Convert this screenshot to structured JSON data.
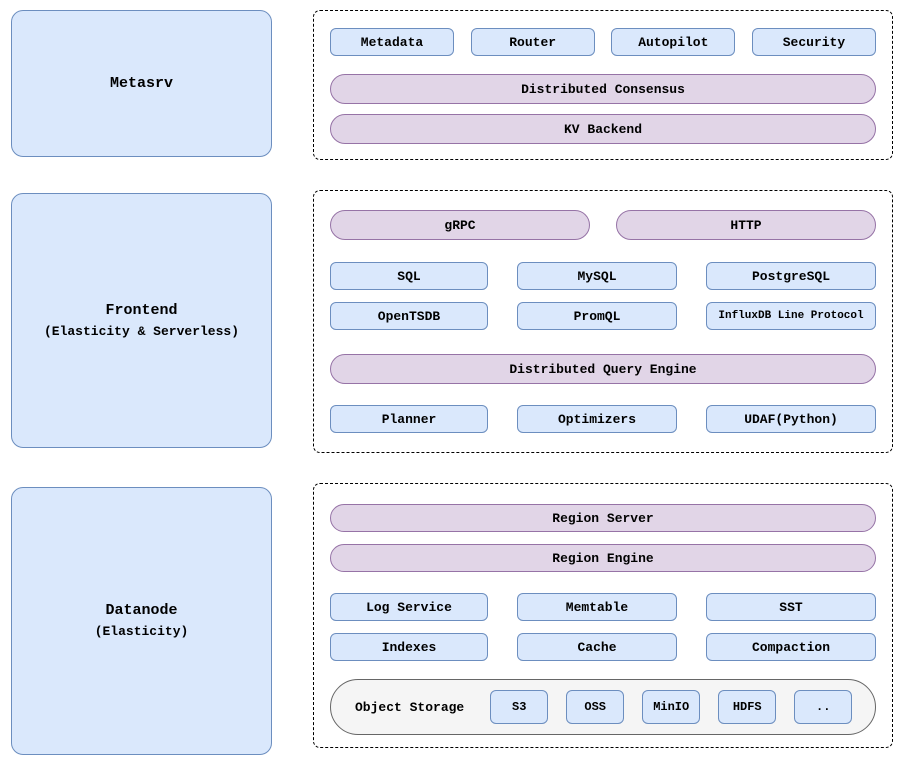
{
  "colors": {
    "blue_fill": "#dae8fc",
    "blue_border": "#6c8ebf",
    "purple_fill": "#e1d5e7",
    "purple_border": "#9673a6",
    "gray_fill": "#f5f5f5",
    "gray_border": "#666666",
    "dashed_border": "#000000",
    "text": "#000000"
  },
  "metasrv": {
    "label": "Metasrv",
    "modules": [
      "Metadata",
      "Router",
      "Autopilot",
      "Security"
    ],
    "consensus": "Distributed Consensus",
    "kv": "KV Backend"
  },
  "frontend": {
    "label": "Frontend",
    "sublabel": "(Elasticity & Serverless)",
    "grpc": "gRPC",
    "http": "HTTP",
    "protocols_row1": [
      "SQL",
      "MySQL",
      "PostgreSQL"
    ],
    "protocols_row2": [
      "OpenTSDB",
      "PromQL",
      "InfluxDB Line Protocol"
    ],
    "query_engine": "Distributed Query Engine",
    "engine_parts": [
      "Planner",
      "Optimizers",
      "UDAF(Python)"
    ]
  },
  "datanode": {
    "label": "Datanode",
    "sublabel": "(Elasticity)",
    "region_server": "Region Server",
    "region_engine": "Region Engine",
    "storage_row1": [
      "Log Service",
      "Memtable",
      "SST"
    ],
    "storage_row2": [
      "Indexes",
      "Cache",
      "Compaction"
    ],
    "object_storage": {
      "label": "Object Storage",
      "backends": [
        "S3",
        "OSS",
        "MinIO",
        "HDFS",
        ".."
      ]
    }
  }
}
